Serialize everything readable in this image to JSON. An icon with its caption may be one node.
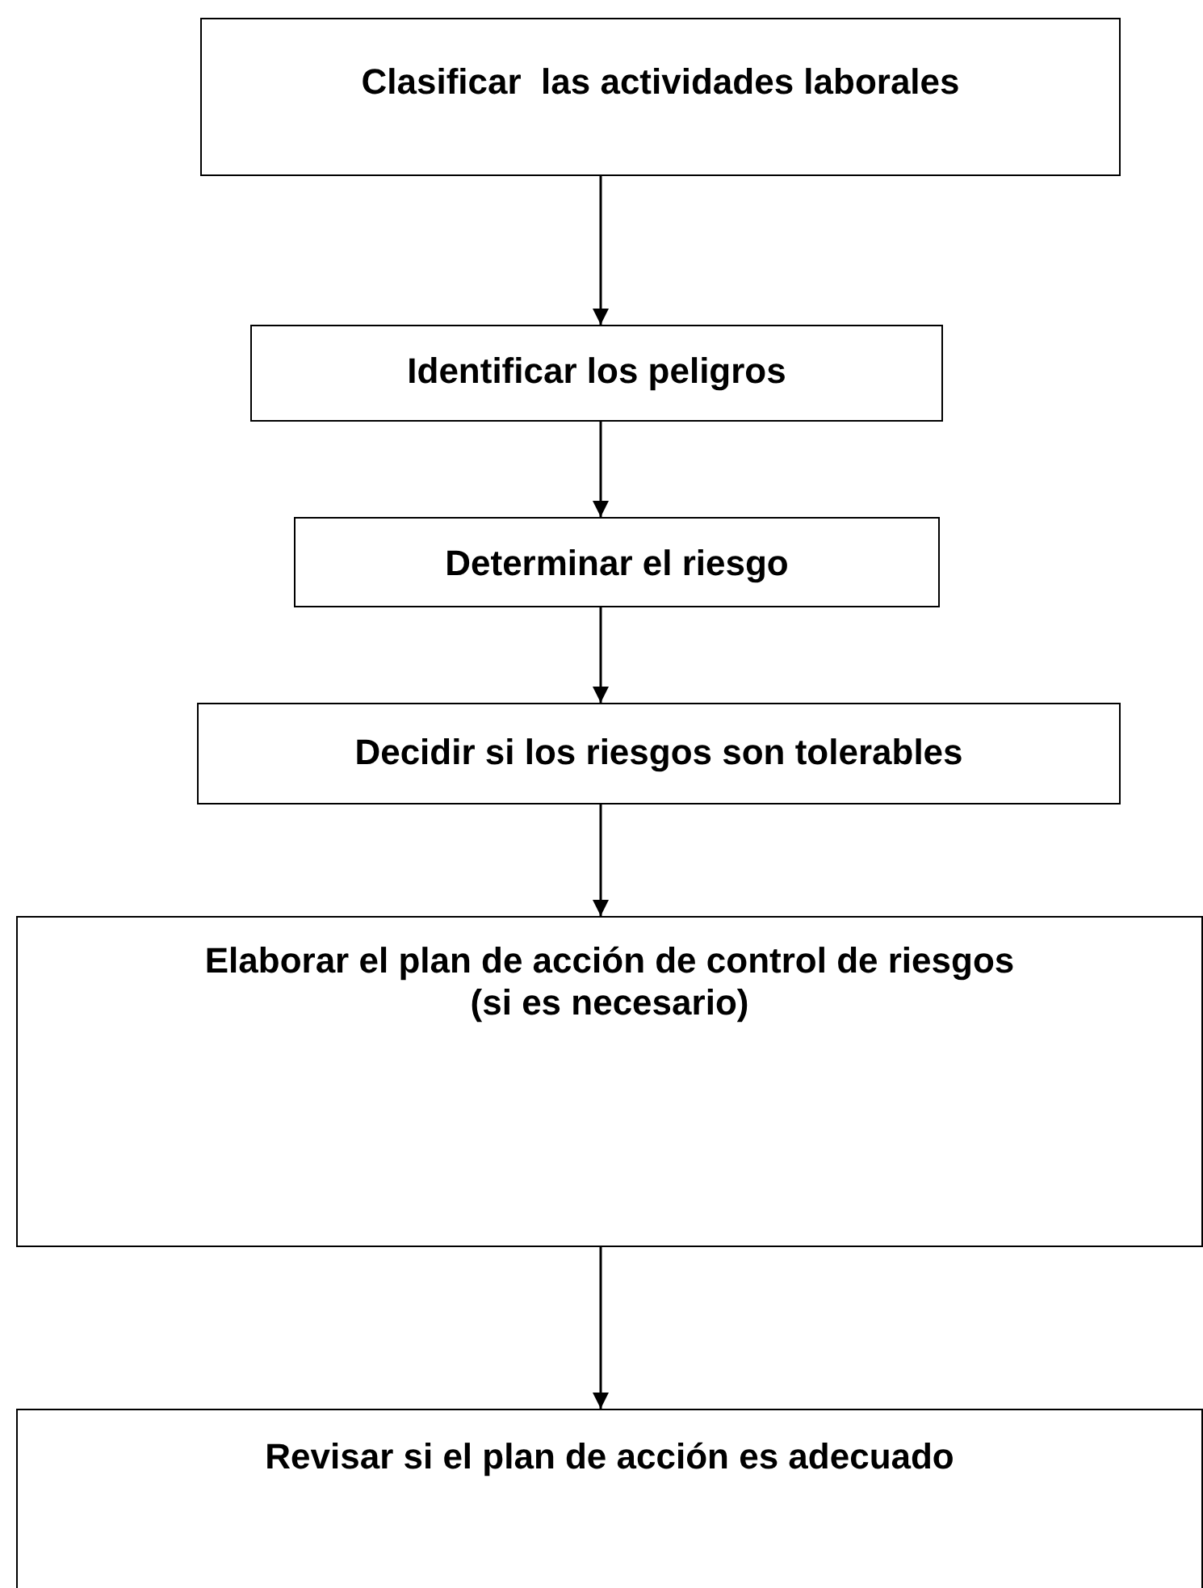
{
  "diagram": {
    "nodes": [
      {
        "text": [
          "Clasificar  las actividades laborales"
        ]
      },
      {
        "text": [
          "Identificar los peligros"
        ]
      },
      {
        "text": [
          "Determinar el riesgo"
        ]
      },
      {
        "text": [
          "Decidir si los riesgos son tolerables"
        ]
      },
      {
        "text": [
          "Elaborar el plan de acción de control de riesgos",
          "(si es necesario)"
        ]
      },
      {
        "text": [
          "Revisar si el plan de acción es adecuado"
        ]
      }
    ],
    "edges": [
      {
        "from": 0,
        "to": 1,
        "arrow": "to"
      },
      {
        "from": 1,
        "to": 2,
        "arrow": "to"
      },
      {
        "from": 2,
        "to": 3,
        "arrow": "to"
      },
      {
        "from": 3,
        "to": 4,
        "arrow": "to"
      },
      {
        "from": 4,
        "to": 5,
        "arrow": "to"
      }
    ]
  }
}
